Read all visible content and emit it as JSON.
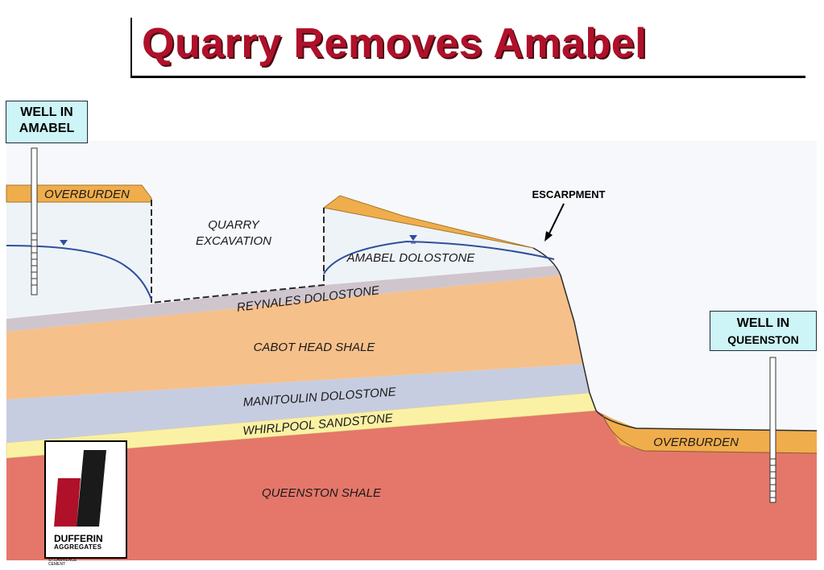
{
  "title": "Quarry Removes Amabel",
  "wells": {
    "amabel": {
      "line1": "WELL IN",
      "line2": "AMABEL"
    },
    "queenston": {
      "line1": "WELL IN",
      "line2": "QUEENSTON"
    }
  },
  "layers": {
    "overburden_left": "OVERBURDEN",
    "quarry": {
      "line1": "QUARRY",
      "line2": "EXCAVATION"
    },
    "amabel": "AMABEL DOLOSTONE",
    "reynales": "REYNALES DOLOSTONE",
    "cabot": "CABOT HEAD SHALE",
    "manitoulin": "MANITOULIN DOLOSTONE",
    "whirlpool": "WHIRLPOOL SANDSTONE",
    "queenston": "QUEENSTON SHALE",
    "overburden_right": "OVERBURDEN"
  },
  "escarpment": "ESCARPMENT",
  "logo": {
    "name": "DUFFERIN",
    "sub": "AGGREGATES",
    "parent_line1": "ST.LAWRENCE",
    "parent_line2": "CEMENT"
  },
  "colors": {
    "title": "#b0102a",
    "queenston_shale": "#e4776a",
    "whirlpool_sandstone": "#fbf1a4",
    "manitoulin_dolostone": "#c7cde0",
    "cabot_head_shale": "#f6c08a",
    "reynales_dolostone": "#cfc5cc",
    "amabel_dolostone": "#eef3f8",
    "overburden": "#f0ad4c",
    "label_box": "#cdf4f6",
    "water_table": "#2f4f9a"
  }
}
